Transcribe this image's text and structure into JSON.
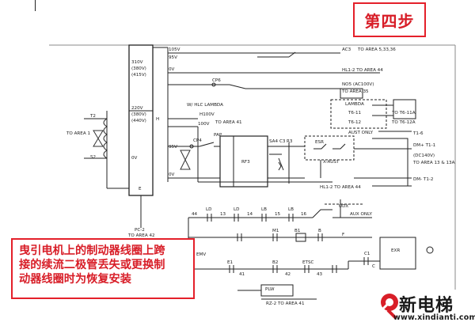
{
  "step_label": "第四步",
  "note_lines": [
    "曳引电机上的制动器线圈上跨",
    "接的续流二极管丢失或更换制",
    "动器线圈时为恢复安装"
  ],
  "logo": {
    "name": "新电梯",
    "url": "www.xindianti.com"
  },
  "schematic": {
    "transformer_taps": [
      "310V",
      "(380V)",
      "(415V)",
      "220V",
      "(380V)",
      "(440V)",
      "0V",
      "E"
    ],
    "labels": {
      "to_area1": "TO AREA 1",
      "t2": "T2",
      "s2": "S2",
      "pc2": "PC-2",
      "to_area42": "TO AREA 42",
      "h": "H",
      "v105": "105V",
      "v95_top": "95V",
      "v0_top": "0V",
      "v95": "95V",
      "v0": "0V",
      "v100": "100V",
      "ac3": "AC3",
      "to_area_533": "TO AREA 5,33,36",
      "hl12_top": "HL1-2 TO AREA 44",
      "cp6": "CP6",
      "no5": "NO5 (AC100V)",
      "to_area35": "TO AREA 35",
      "lambda": "LAMBDA",
      "hlc_lambda": "W/ HLC LAMBDA",
      "h100v": "H100V",
      "to_area41_top": "TO AREA 41",
      "cp4": "CP4",
      "pap": "PAP",
      "rf3": "RF3",
      "sa4": "SA4",
      "c3": "C3",
      "r3": "R3",
      "esr": "ESR",
      "x_aust": "X-AUST",
      "dm_t1": "DM+ T1-1",
      "dc140v": "(DC140V)",
      "to_area_1314": "TO AREA 13 & 13A",
      "dm_minus": "DM- T1-2",
      "t1_6": "T1-6",
      "hl12_bot": "HL1-2 TO AREA 44",
      "t6_11": "T6-11",
      "t6_12": "T6-12",
      "to_t6_11a": "TO T6-11A",
      "to_t6_12a": "TO T6-12A",
      "aust_only": "AUST ONLY",
      "aux_only": "AUX ONLY",
      "udx": "UDX",
      "wires": [
        "44",
        "LD",
        "13",
        "LD",
        "14",
        "LB",
        "15",
        "LB",
        "16"
      ],
      "m1": "M1",
      "b1": "B1",
      "bwb": "B",
      "f": "F",
      "e1": "E1",
      "b2": "B2",
      "etsc": "ETSC",
      "c1": "C1",
      "ebr": "EXR",
      "ec_c": "C",
      "plw": "PLW",
      "wire_41": "41",
      "wire_42": "42",
      "wire_43": "43",
      "hld": "RZ-2 TO AREA 41",
      "emv": "EMV"
    }
  }
}
